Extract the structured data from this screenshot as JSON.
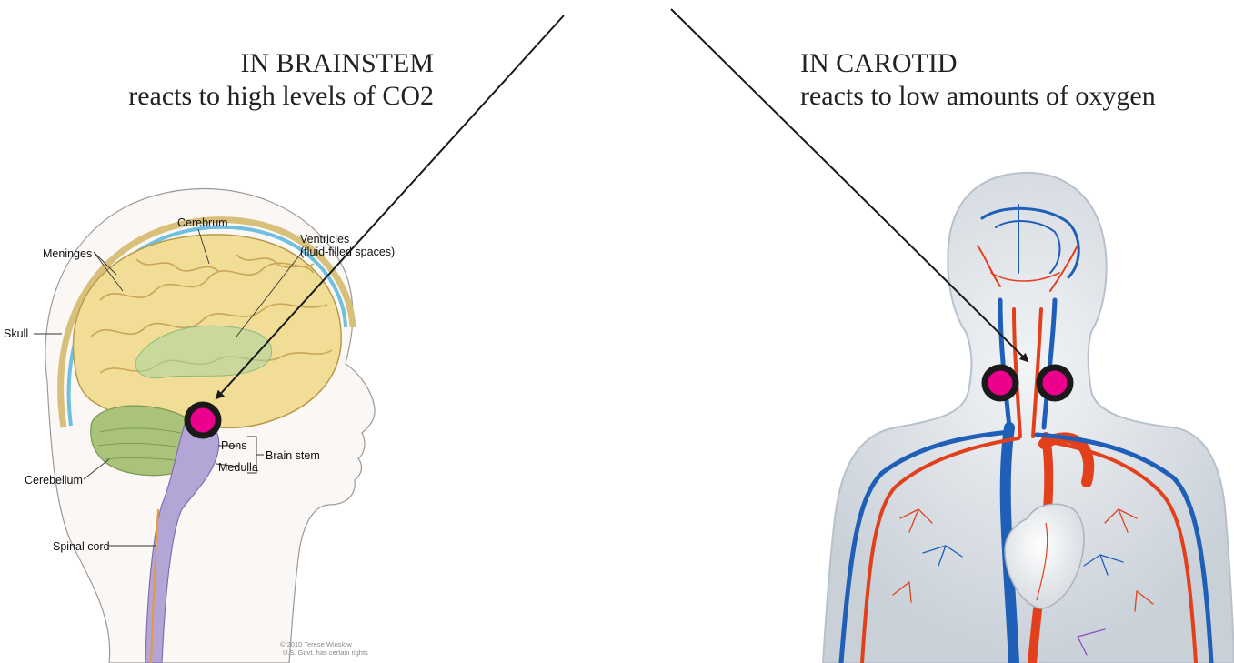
{
  "left_caption": {
    "heading": "IN BRAINSTEM",
    "subtext": "reacts to high levels of CO2"
  },
  "right_caption": {
    "heading": "IN CAROTID",
    "subtext": "reacts to low amounts of oxygen"
  },
  "brain_labels": {
    "cerebrum": "Cerebrum",
    "meninges": "Meninges",
    "ventricles_1": "Ventricles",
    "ventricles_2": "(fluid-filled spaces)",
    "skull": "Skull",
    "pons": "Pons",
    "brain_stem": "Brain stem",
    "medulla": "Medulla",
    "cerebellum": "Cerebellum",
    "spinal_cord": "Spinal cord"
  },
  "credit": {
    "line1": "© 2010 Terese Winslow",
    "line2": "U.S. Govt. has certain rights"
  },
  "colors": {
    "marker_fill": "#ec008c",
    "marker_ring": "#1a1a1a",
    "artery": "#e2401c",
    "vein": "#1f5fb8",
    "brain": "#f2dd96",
    "cerebellum": "#a9c47a",
    "brainstem": "#9f8fc4"
  }
}
